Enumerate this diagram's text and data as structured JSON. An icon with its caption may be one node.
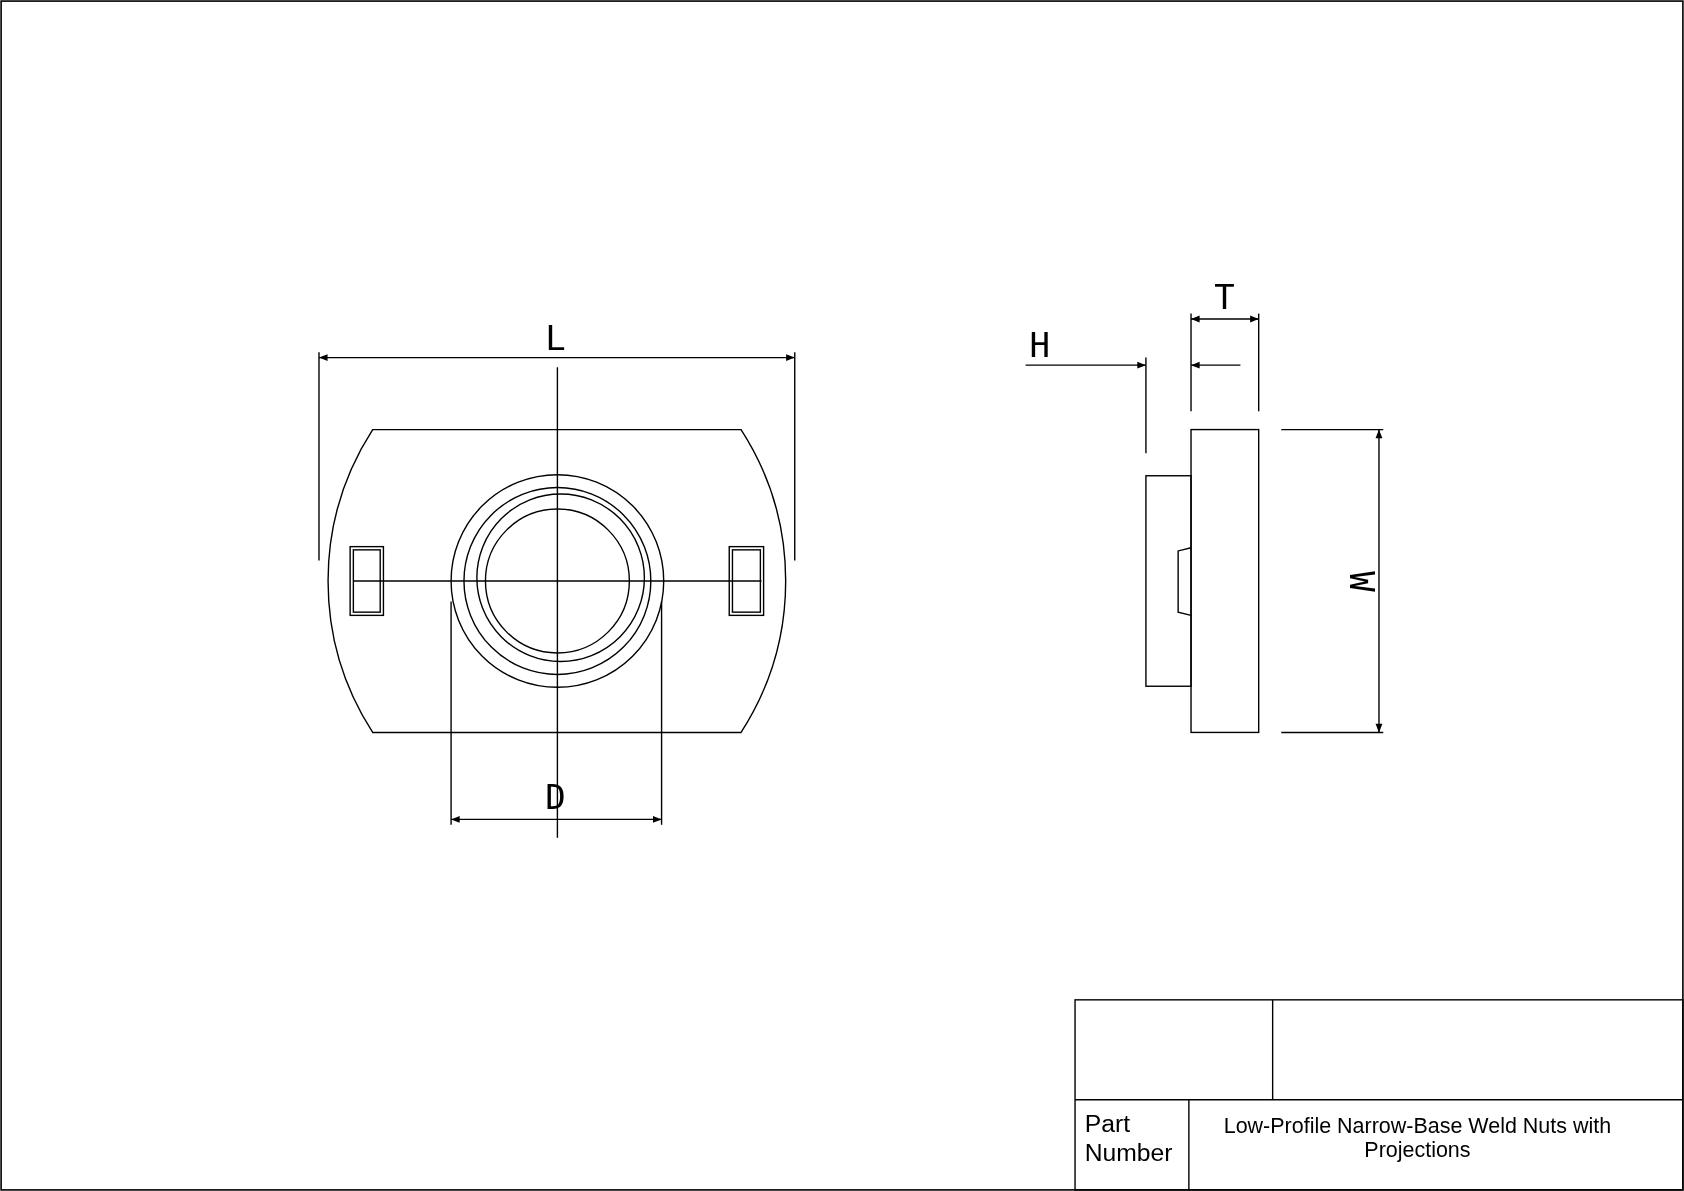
{
  "diagram": {
    "labels": [
      "T",
      "L",
      "H",
      "W",
      "D",
      "Part Number",
      "Low-Profile Narrow-Base Weld Nuts with Projections"
    ]
  }
}
